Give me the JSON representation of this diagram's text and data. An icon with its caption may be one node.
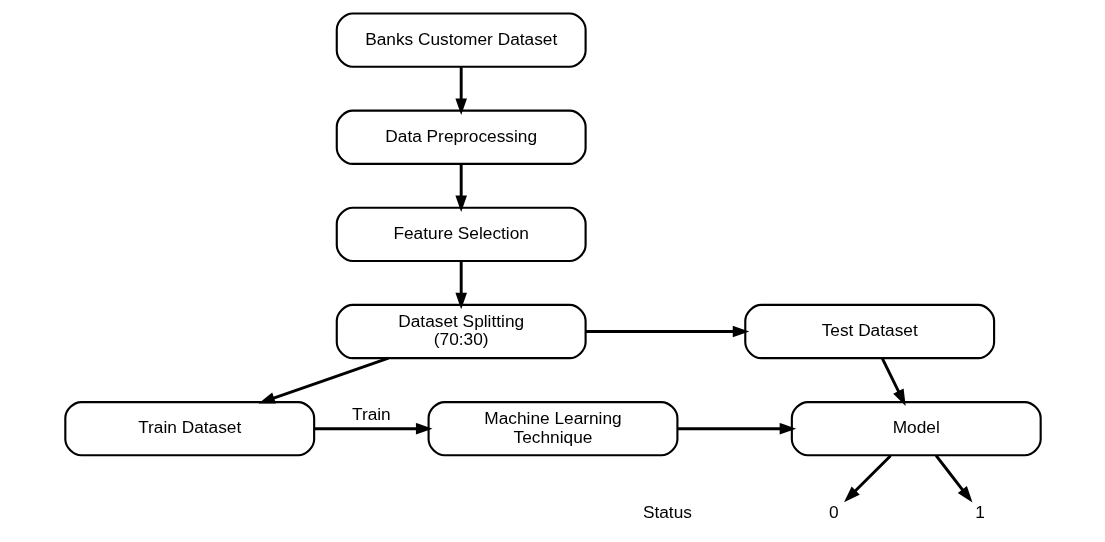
{
  "diagram": {
    "nodes": [
      {
        "text": [
          "Banks Customer Dataset"
        ]
      },
      {
        "text": [
          "Data Preprocessing"
        ]
      },
      {
        "text": [
          "Feature Selection"
        ]
      },
      {
        "text": [
          "Dataset Splitting (70:30)"
        ]
      },
      {
        "text": [
          "Test Dataset"
        ]
      },
      {
        "text": [
          "Train Dataset"
        ]
      },
      {
        "text": [
          "Machine Learning Technique"
        ]
      },
      {
        "text": [
          "Model"
        ]
      },
      {
        "text": [
          "0"
        ]
      },
      {
        "text": [
          "1"
        ]
      }
    ],
    "edges": [
      {
        "from": 0,
        "to": 1,
        "arrow": "to"
      },
      {
        "from": 1,
        "to": 2,
        "arrow": "to"
      },
      {
        "from": 2,
        "to": 3,
        "arrow": "to"
      },
      {
        "from": 3,
        "to": 4,
        "arrow": "to"
      },
      {
        "from": 3,
        "to": 5,
        "arrow": "to"
      },
      {
        "from": 5,
        "to": 6,
        "arrow": "to",
        "label": "Train"
      },
      {
        "from": 6,
        "to": 7,
        "arrow": "to"
      },
      {
        "from": 4,
        "to": 7,
        "arrow": "to"
      },
      {
        "from": 7,
        "to": 8,
        "arrow": "to"
      },
      {
        "from": 7,
        "to": 9,
        "arrow": "to"
      }
    ],
    "labels": [
      "Status"
    ]
  }
}
